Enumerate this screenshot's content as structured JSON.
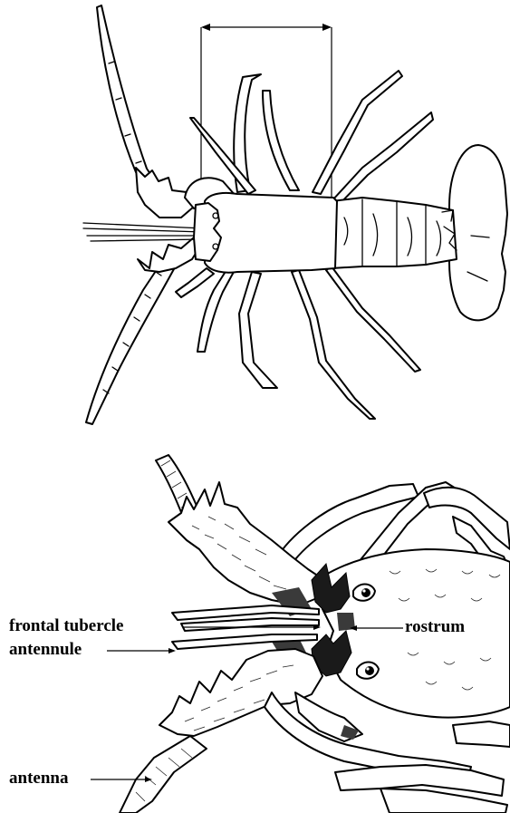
{
  "figure": {
    "top_view": {
      "caption": ""
    },
    "detail_view": {
      "labels": {
        "frontal_tubercle": "frontal tubercle",
        "rostrum": "rostrum",
        "antennule": "antennule",
        "antenna": "antenna"
      }
    }
  }
}
